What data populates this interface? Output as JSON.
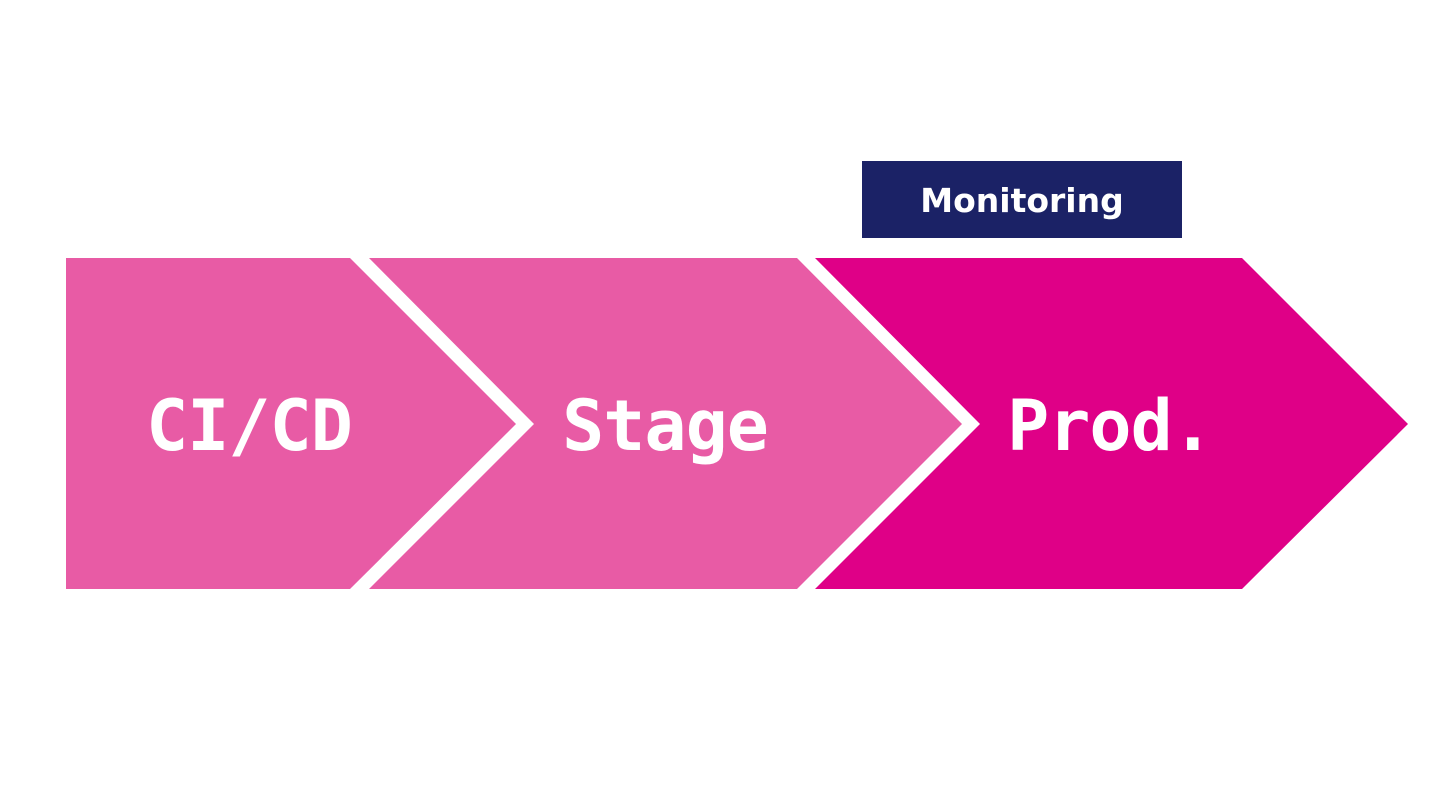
{
  "stages": [
    {
      "label": "CI/CD",
      "color": "#e85ba5"
    },
    {
      "label": "Stage",
      "color": "#e85ba5"
    },
    {
      "label": "Prod.",
      "color": "#df0087"
    }
  ],
  "badge": {
    "label": "Monitoring",
    "color": "#1b2266"
  },
  "background": "#ffffff"
}
